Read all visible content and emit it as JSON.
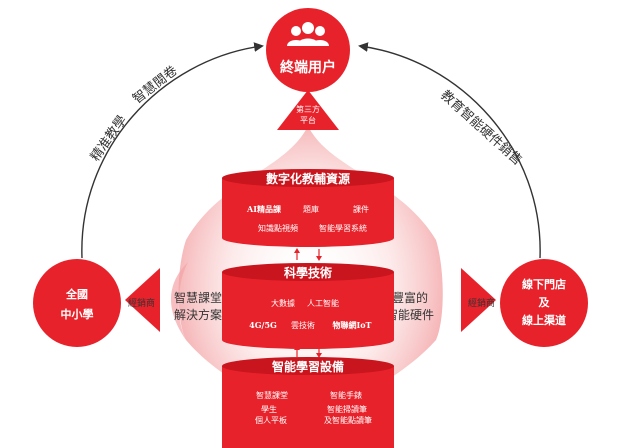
{
  "colors": {
    "red": "#e8222b",
    "dark_red": "#c9151e",
    "glow": "#f7b9ba",
    "arc": "#333333",
    "text_dark": "#333333"
  },
  "top_node": {
    "icon": "users-group-icon",
    "label": "終端用户",
    "platform_label": [
      "第三方",
      "平台"
    ]
  },
  "left_node": {
    "lines": [
      "全國",
      "中小學"
    ],
    "badge": "經銷商"
  },
  "right_node": {
    "lines": [
      "線下門店",
      "及",
      "線上渠道"
    ],
    "badge": "經銷商"
  },
  "left_arc_labels": [
    "精准教學",
    "智慧閱卷"
  ],
  "right_arc_label": "教育智能硬件銷售",
  "left_side_text": [
    "智慧課堂",
    "解決方案"
  ],
  "right_side_text": [
    "豐富的",
    "智能硬件"
  ],
  "tiers": {
    "top": {
      "title": "數字化教輔資源",
      "row1": [
        "AI精品課",
        "題庫",
        "課件"
      ],
      "row2": [
        "知識點視頻",
        "智能學習系統"
      ]
    },
    "middle": {
      "title": "科學技術",
      "row1": [
        "大數據",
        "人工智能"
      ],
      "row2": [
        "4G/5G",
        "雲技術",
        "物聯網IoT"
      ]
    },
    "bottom": {
      "title": "智能學習設備",
      "row1": [
        "智慧課堂",
        "智能手錶"
      ],
      "row2": [
        "學生",
        "智能掃讀筆"
      ],
      "row3": [
        "個人平板",
        "及智能點讀筆"
      ]
    }
  }
}
